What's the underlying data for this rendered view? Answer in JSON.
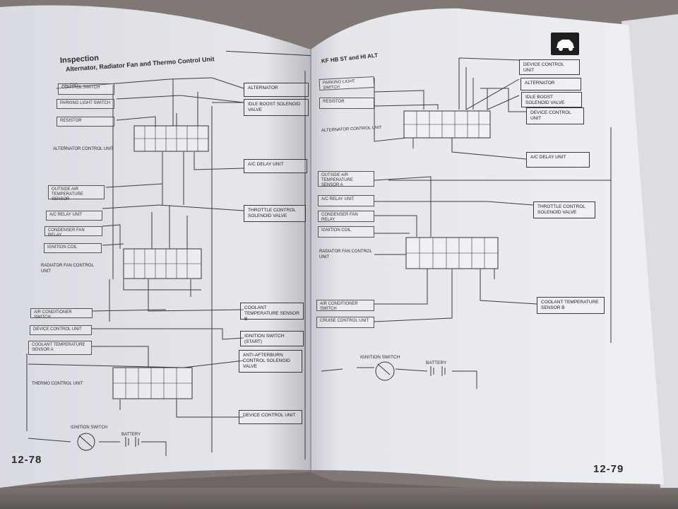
{
  "left_page": {
    "section_title": "Inspection",
    "subtitle": "Alternator, Radiator Fan and Thermo Control Unit",
    "variant": "RF CN)",
    "alt_control_unit": "ALTERNATOR CONTROL UNIT",
    "radiator_fan_cu": "RADIATOR FAN CONTROL UNIT",
    "thermo_cu": "THERMO CONTROL UNIT",
    "ignition_switch": "IGNITION SWITCH",
    "battery": "BATTERY",
    "page_number": "12-78",
    "boxes": [
      "CONTROL SWITCH",
      "PARKING LIGHT SWITCH",
      "RESISTOR",
      "OUTSIDE AIR TEMPERATURE SENSOR",
      "A/C RELAY UNIT",
      "CONDENSER FAN RELAY",
      "IGNITION COIL",
      "AIR CONDITIONER SWITCH",
      "DEVICE CONTROL UNIT",
      "COOLANT TEMPERATURE SENSOR A"
    ],
    "components": [
      "ALTERNATOR",
      "IDLE BOOST SOLENOID VALVE",
      "A/C DELAY UNIT",
      "THROTTLE CONTROL SOLENOID VALVE",
      "COOLANT TEMPERATURE SENSOR B",
      "IGNITION SWITCH (START)",
      "ANTI-AFTERBURN CONTROL SOLENOID VALVE",
      "DEVICE CONTROL UNIT"
    ]
  },
  "right_page": {
    "variant": "KF HB ST and HI ALT",
    "alt_control_unit": "ALTERNATOR CONTROL UNIT",
    "radiator_fan_cu": "RADIATOR FAN CONTROL UNIT",
    "ignition_switch": "IGNITION SWITCH",
    "battery": "BATTERY",
    "page_number": "12-79",
    "boxes": [
      "PARKING LIGHT SWITCH",
      "RESISTOR",
      "OUTSIDE AIR TEMPERATURE SENSOR A",
      "A/C RELAY UNIT",
      "CONDENSER FAN RELAY",
      "IGNITION COIL",
      "AIR CONDITIONER SWITCH",
      "CRUISE CONTROL UNIT"
    ],
    "components": [
      "DEVICE CONTROL UNIT",
      "ALTERNATOR",
      "IDLE BOOST SOLENOID VALVE",
      "DEVICE CONTROL UNIT",
      "A/C DELAY UNIT",
      "THROTTLE CONTROL SOLENOID VALVE",
      "COOLANT TEMPERATURE SENSOR B"
    ]
  }
}
